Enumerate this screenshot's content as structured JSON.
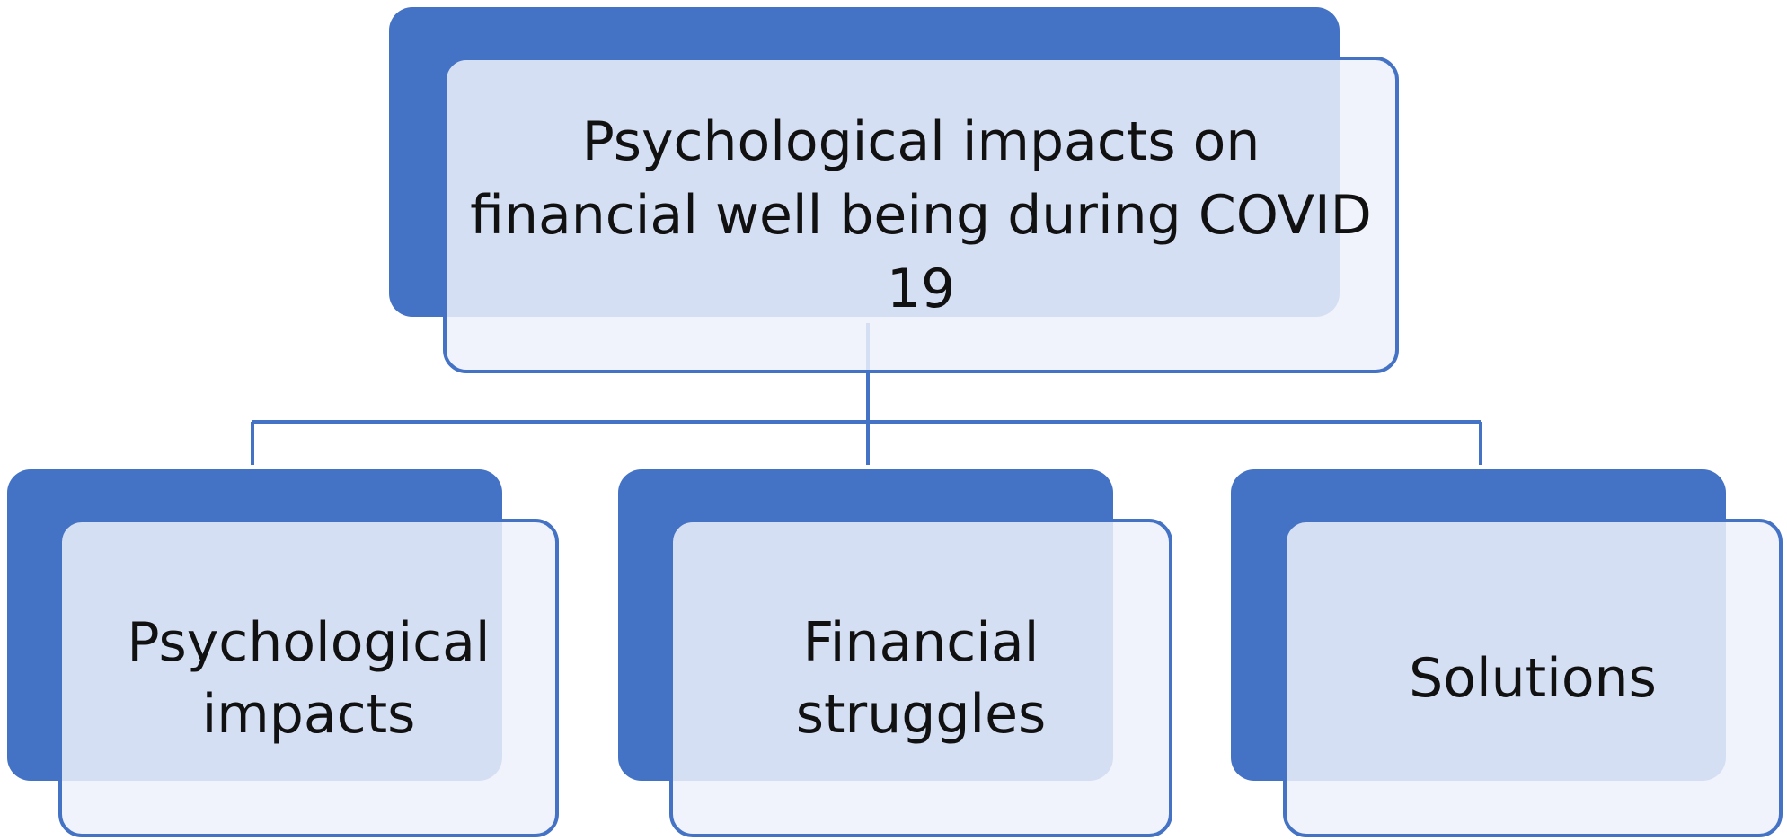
{
  "colors": {
    "accent": "#4472c4",
    "card_fill": "#edf1fa",
    "text": "#111111"
  },
  "diagram": {
    "root": {
      "label": "Psychological impacts on financial well being during COVID 19"
    },
    "children": [
      {
        "label": "Psychological impacts"
      },
      {
        "label": "Financial struggles"
      },
      {
        "label": "Solutions"
      }
    ]
  }
}
